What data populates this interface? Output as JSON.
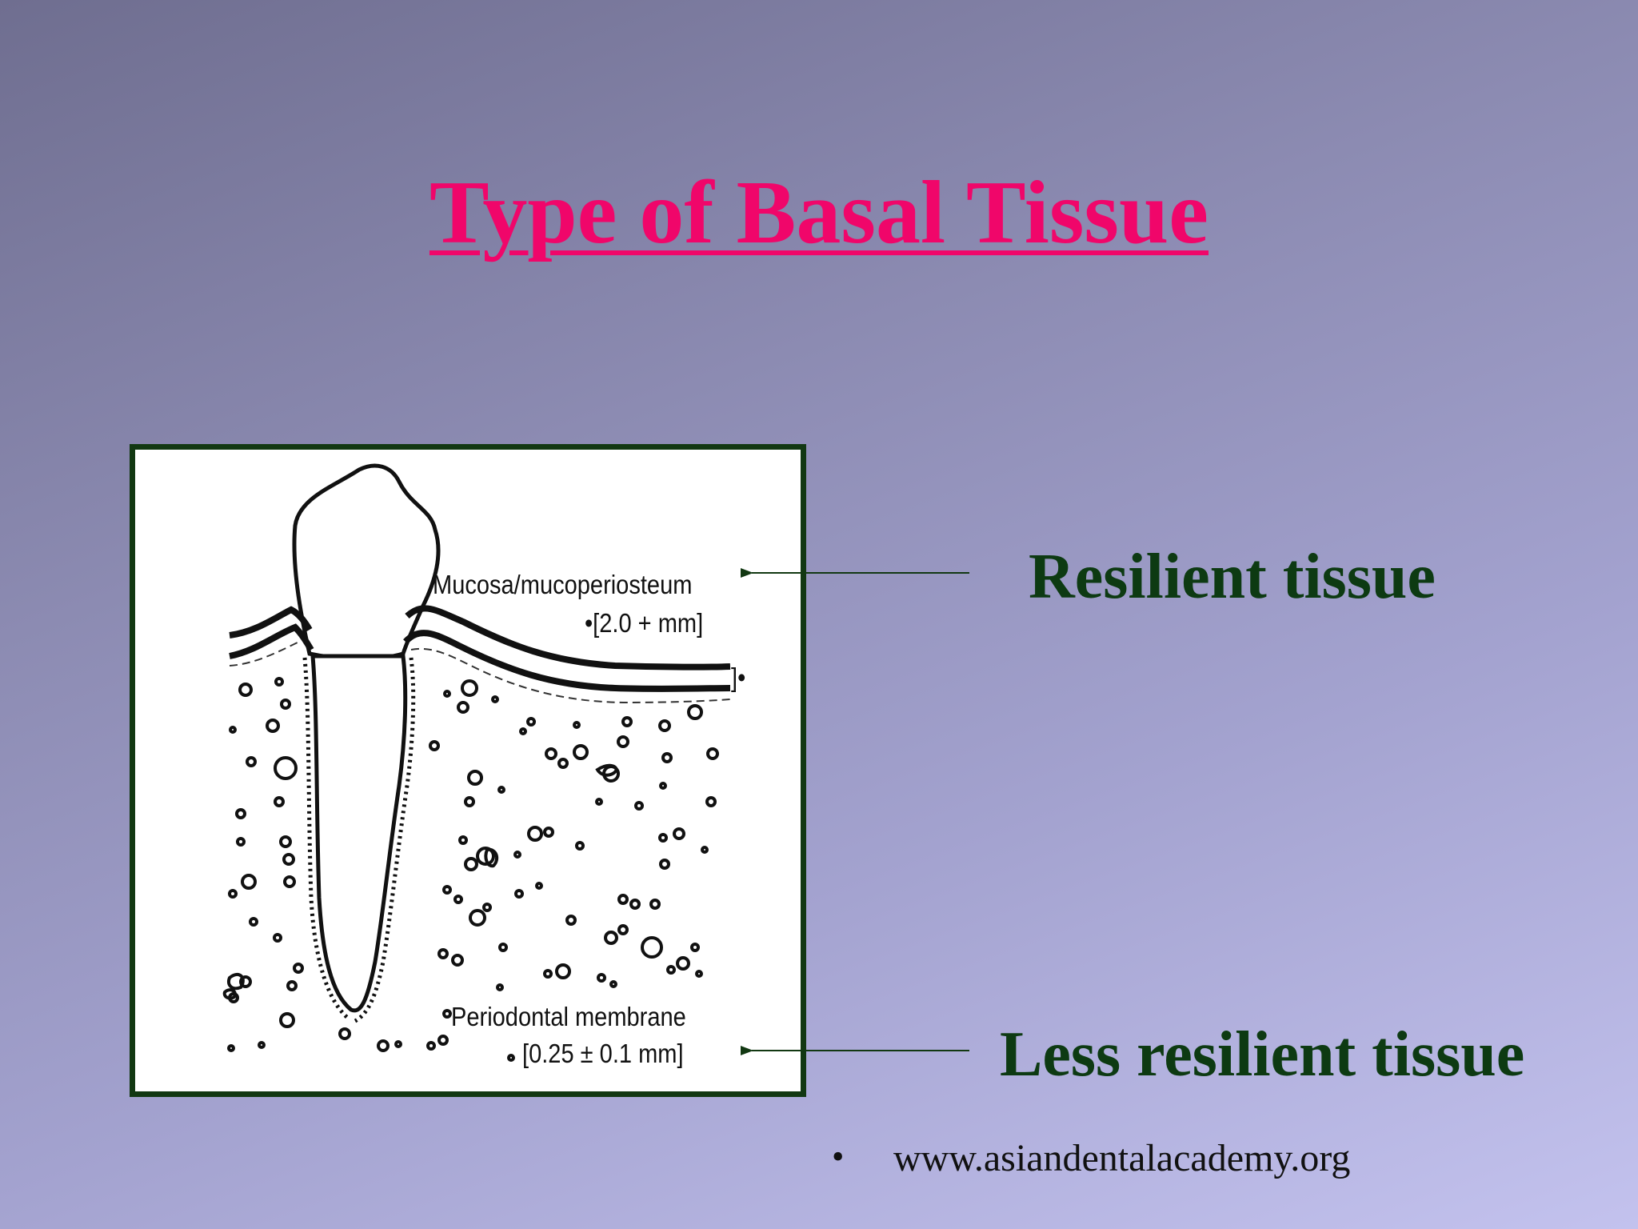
{
  "slide": {
    "title": "Type of Basal Tissue",
    "title_color": "#f0066a",
    "label_color": "#0d3a12"
  },
  "diagram": {
    "mucosa_label": "Mucosa/mucoperiosteum",
    "mucosa_value": "•[2.0 + mm]",
    "membrane_label": "Periodontal membrane",
    "membrane_value": "[0.25 ± 0.1 mm]",
    "bracket_mark": "]•"
  },
  "labels": {
    "resilient": "Resilient tissue",
    "less_resilient": "Less resilient tissue"
  },
  "footer": {
    "bullet": "•",
    "website": "www.asiandentalacademy.org"
  }
}
